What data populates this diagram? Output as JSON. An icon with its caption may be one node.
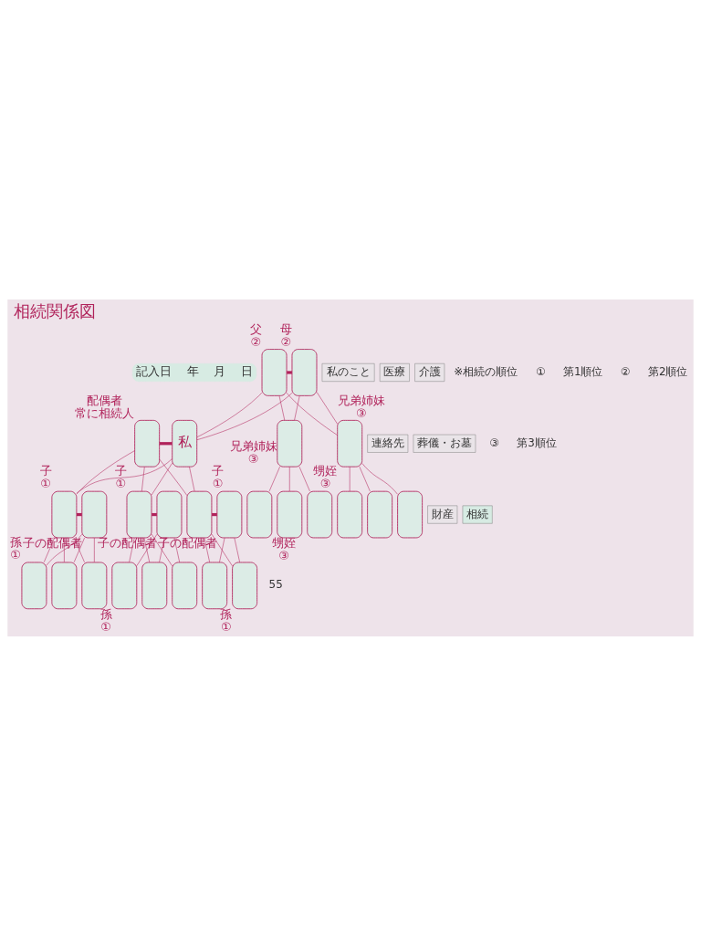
{
  "diagram": {
    "title": "相続関係図",
    "nodes": [
      {
        "text": [
          "記入日",
          "年",
          "月",
          "日"
        ]
      },
      {
        "text": [],
        "shape": "box",
        "beside": [
          "父",
          "②"
        ]
      },
      {
        "text": [],
        "shape": "box",
        "beside": [
          "母",
          "②"
        ]
      },
      {
        "text": [],
        "shape": "box",
        "beside": [
          "配偶者",
          "常に相続人"
        ]
      },
      {
        "text": [
          "私"
        ]
      },
      {
        "text": [],
        "shape": "box",
        "beside": [
          "兄弟姉妹",
          "③"
        ]
      },
      {
        "text": [],
        "shape": "box",
        "beside": [
          "兄弟姉妹",
          "③"
        ]
      },
      {
        "text": [],
        "shape": "box",
        "beside": [
          "甥姪",
          "③"
        ]
      },
      {
        "text": [],
        "shape": "box"
      },
      {
        "text": [],
        "shape": "box"
      },
      {
        "text": [],
        "shape": "box",
        "beside": [
          "甥姪",
          "③"
        ]
      },
      {
        "text": [],
        "shape": "box"
      },
      {
        "text": [],
        "shape": "box"
      },
      {
        "text": [],
        "shape": "box",
        "beside": [
          "子",
          "①"
        ]
      },
      {
        "text": [],
        "shape": "box",
        "beside": [
          "子の配偶者"
        ]
      },
      {
        "text": [],
        "shape": "box",
        "beside": [
          "子",
          "①"
        ]
      },
      {
        "text": [],
        "shape": "box",
        "beside": [
          "子の配偶者"
        ]
      },
      {
        "text": [],
        "shape": "box",
        "beside": [
          "子",
          "①"
        ]
      },
      {
        "text": [],
        "shape": "box",
        "beside": [
          "子の配偶者"
        ]
      },
      {
        "text": [],
        "shape": "box",
        "beside": [
          "孫",
          "①"
        ]
      },
      {
        "text": [],
        "shape": "box"
      },
      {
        "text": [],
        "shape": "box"
      },
      {
        "text": [],
        "shape": "box",
        "beside": [
          "孫",
          "①"
        ]
      },
      {
        "text": [],
        "shape": "box"
      },
      {
        "text": [],
        "shape": "box"
      },
      {
        "text": [],
        "shape": "box"
      },
      {
        "text": [],
        "shape": "box",
        "beside": [
          "孫",
          "①"
        ]
      },
      {
        "text": [
          "私のこと"
        ]
      },
      {
        "text": [
          "医療"
        ]
      },
      {
        "text": [
          "介護"
        ]
      },
      {
        "text": [
          "連絡先"
        ]
      },
      {
        "text": [
          "葬儀・お墓"
        ]
      },
      {
        "text": [
          "財産"
        ]
      },
      {
        "text": [
          "相続"
        ]
      }
    ],
    "edges": [
      {
        "from": 1,
        "to": 2,
        "arrow": "none",
        "style": "thick"
      },
      {
        "from": 1,
        "to": 4,
        "arrow": "none"
      },
      {
        "from": 2,
        "to": 4,
        "arrow": "none"
      },
      {
        "from": 1,
        "to": 5,
        "arrow": "none"
      },
      {
        "from": 2,
        "to": 5,
        "arrow": "none"
      },
      {
        "from": 1,
        "to": 6,
        "arrow": "none"
      },
      {
        "from": 2,
        "to": 6,
        "arrow": "none"
      },
      {
        "from": 3,
        "to": 4,
        "arrow": "none",
        "style": "thick"
      },
      {
        "from": 5,
        "to": 7,
        "arrow": "none"
      },
      {
        "from": 5,
        "to": 8,
        "arrow": "none"
      },
      {
        "from": 5,
        "to": 9,
        "arrow": "none"
      },
      {
        "from": 6,
        "to": 10,
        "arrow": "none"
      },
      {
        "from": 6,
        "to": 11,
        "arrow": "none"
      },
      {
        "from": 6,
        "to": 12,
        "arrow": "none"
      },
      {
        "from": 3,
        "to": 13,
        "arrow": "none"
      },
      {
        "from": 4,
        "to": 13,
        "arrow": "none"
      },
      {
        "from": 3,
        "to": 15,
        "arrow": "none"
      },
      {
        "from": 4,
        "to": 15,
        "arrow": "none"
      },
      {
        "from": 3,
        "to": 17,
        "arrow": "none"
      },
      {
        "from": 4,
        "to": 17,
        "arrow": "none"
      },
      {
        "from": 13,
        "to": 14,
        "arrow": "none",
        "style": "thick"
      },
      {
        "from": 15,
        "to": 16,
        "arrow": "none",
        "style": "thick"
      },
      {
        "from": 17,
        "to": 18,
        "arrow": "none",
        "style": "thick"
      },
      {
        "from": 13,
        "to": 19,
        "arrow": "none"
      },
      {
        "from": 14,
        "to": 19,
        "arrow": "none"
      },
      {
        "from": 13,
        "to": 20,
        "arrow": "none"
      },
      {
        "from": 14,
        "to": 20,
        "arrow": "none"
      },
      {
        "from": 13,
        "to": 21,
        "arrow": "none"
      },
      {
        "from": 14,
        "to": 21,
        "arrow": "none"
      },
      {
        "from": 15,
        "to": 22,
        "arrow": "none"
      },
      {
        "from": 16,
        "to": 22,
        "arrow": "none"
      },
      {
        "from": 15,
        "to": 23,
        "arrow": "none"
      },
      {
        "from": 16,
        "to": 23,
        "arrow": "none"
      },
      {
        "from": 15,
        "to": 24,
        "arrow": "none"
      },
      {
        "from": 16,
        "to": 24,
        "arrow": "none"
      },
      {
        "from": 17,
        "to": 25,
        "arrow": "none"
      },
      {
        "from": 18,
        "to": 25,
        "arrow": "none"
      },
      {
        "from": 17,
        "to": 26,
        "arrow": "none"
      },
      {
        "from": 18,
        "to": 26,
        "arrow": "none"
      }
    ],
    "labels": [
      "※相続の順位",
      "①",
      "第1順位",
      "②",
      "第2順位",
      "③",
      "第3順位",
      "55"
    ]
  }
}
